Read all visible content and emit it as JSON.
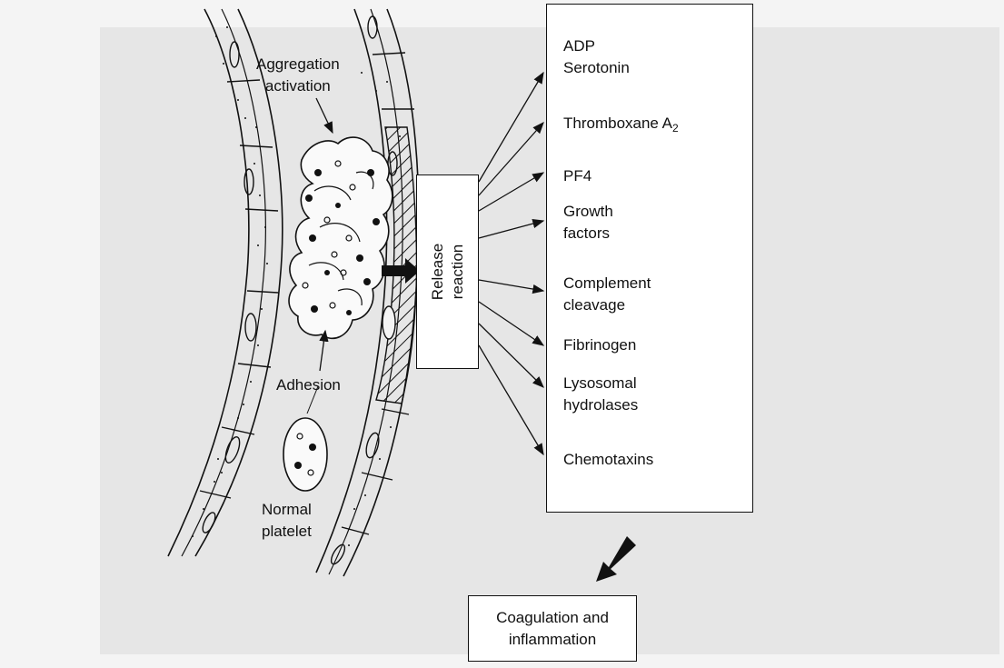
{
  "labels": {
    "aggregation": "Aggregation activation",
    "aggregation_line1": "Aggregation",
    "aggregation_line2": "activation",
    "adhesion": "Adhesion",
    "normal_platelet": "Normal platelet",
    "normal_line1": "Normal",
    "normal_line2": "platelet",
    "release_line1": "Release",
    "release_line2": "reaction",
    "coag_line1": "Coagulation and",
    "coag_line2": "inflammation"
  },
  "products": [
    {
      "line1": "ADP",
      "line2": "Serotonin"
    },
    {
      "line1": "Thromboxane A",
      "sub": "2"
    },
    {
      "line1": "PF4"
    },
    {
      "line1": "Growth",
      "line2": "factors"
    },
    {
      "line1": "Complement",
      "line2": "cleavage"
    },
    {
      "line1": "Fibrinogen"
    },
    {
      "line1": "Lysosomal",
      "line2": "hydrolases"
    },
    {
      "line1": "Chemotaxins"
    }
  ],
  "colors": {
    "ink": "#111111",
    "paper": "#f4f4f4",
    "ghost": "#e2e2e2"
  }
}
